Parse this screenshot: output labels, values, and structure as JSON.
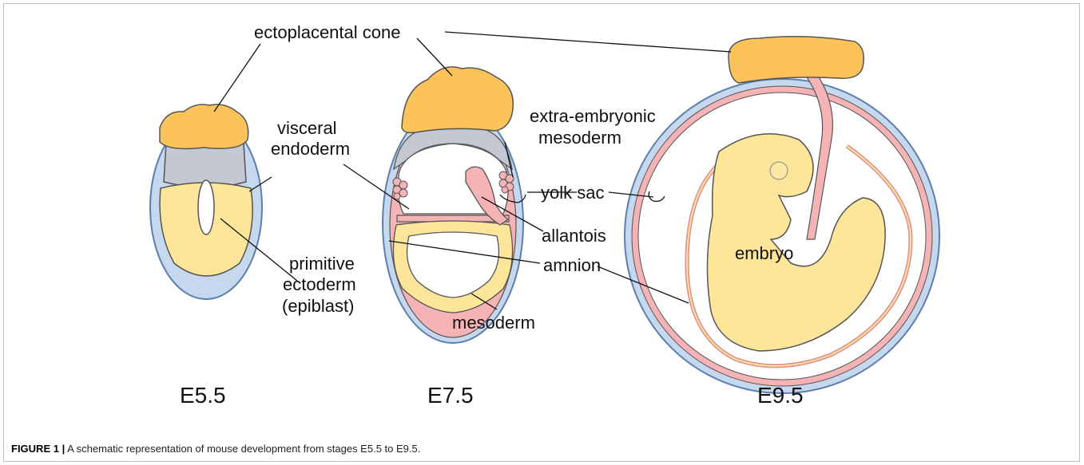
{
  "labels": {
    "ectoplacental_cone": "ectoplacental cone",
    "visceral_1": "visceral",
    "visceral_2": "endoderm",
    "extra_1": "extra-embryonic",
    "extra_2": "mesoderm",
    "yolk_sac": "yolk sac",
    "allantois": "allantois",
    "amnion": "amnion",
    "primitive_1": "primitive",
    "primitive_2": "ectoderm",
    "primitive_3": "(epiblast)",
    "mesoderm": "mesoderm",
    "embryo": "embryo"
  },
  "stages": {
    "e55": "E5.5",
    "e75": "E7.5",
    "e95": "E9.5"
  },
  "caption": {
    "bold": "FIGURE 1 |",
    "text": " A schematic representation of mouse development from stages E5.5 to E9.5."
  },
  "colors": {
    "cone": "#fbc35a",
    "blue_layer": "#c5d8ee",
    "blue_stroke": "#6f8fb8",
    "pink_layer": "#f5b3b5",
    "yellow_ecto": "#fde59a",
    "gray_extraembryonic": "#c3c8d2"
  }
}
